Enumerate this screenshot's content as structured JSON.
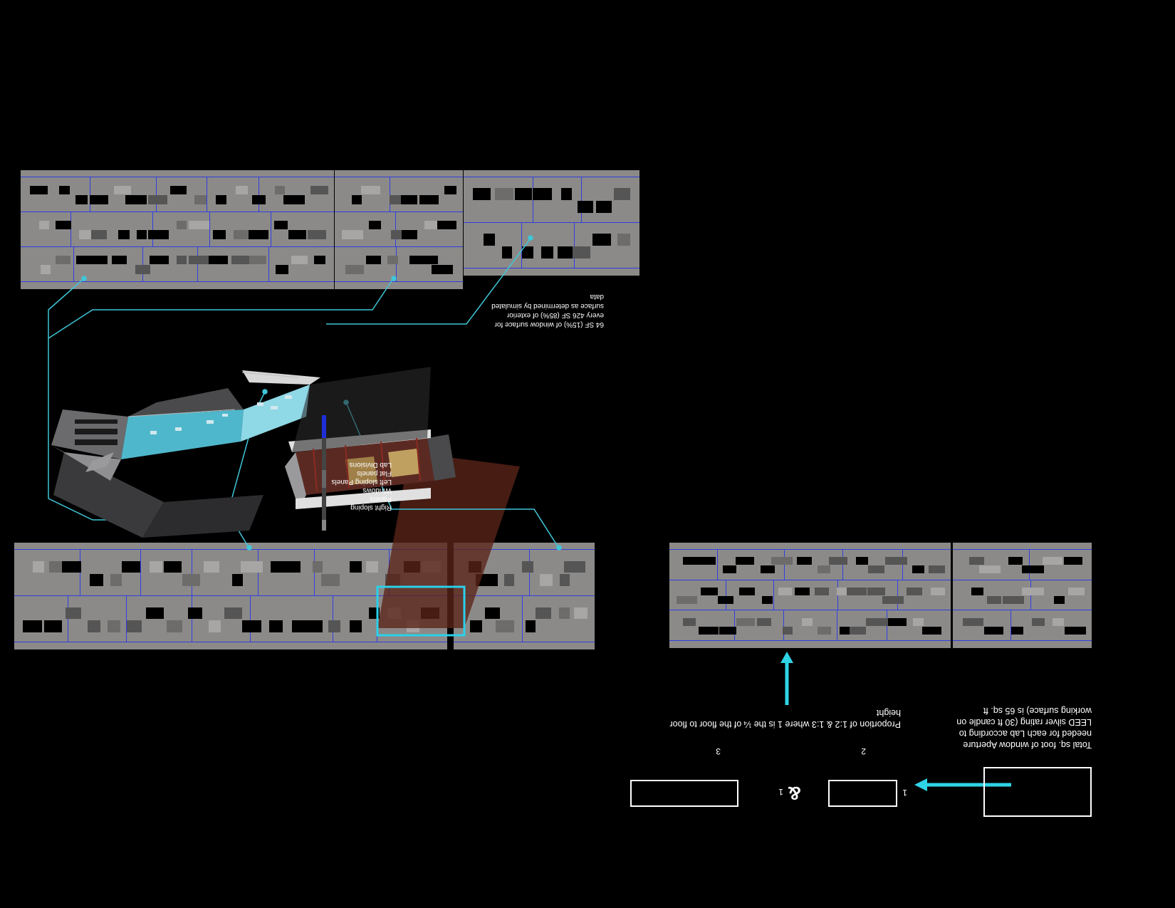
{
  "annotations": {
    "total_aperture": "Total sq. foot of window Aperture needed for each Lab according to LEED silver rating (30 ft candle on working surface) is 65 sq. ft",
    "proportion": "Proportion of 1:2 & 1:3 where 1 is the ¼ of the floor to floor height",
    "window_surface": "64 SF (15%) of window surface for every 426 SF (85%) of exterior surface as determined by simulated data"
  },
  "ratio_diagram": {
    "ratio_a": {
      "short_side": "1",
      "long_side": "2"
    },
    "ratio_b": {
      "short_side": "1",
      "long_side": "3"
    },
    "ampersand": "&"
  },
  "legend": {
    "items": [
      "Right sloping Panels",
      "Windows",
      "Left sloping Panels",
      "Flat panels",
      "Lab Divisions"
    ],
    "colors": {
      "lab_divisions": "#1f2fd8",
      "windows": "#000000"
    }
  },
  "colors": {
    "facade": "#8c8a88",
    "grid_lines": "#2f3ee0",
    "leader_lines": "#3fc6d8",
    "arrows": "#2fd3e6",
    "highlight": "#2ad0ea",
    "building_glass": "#4fb7cc"
  }
}
